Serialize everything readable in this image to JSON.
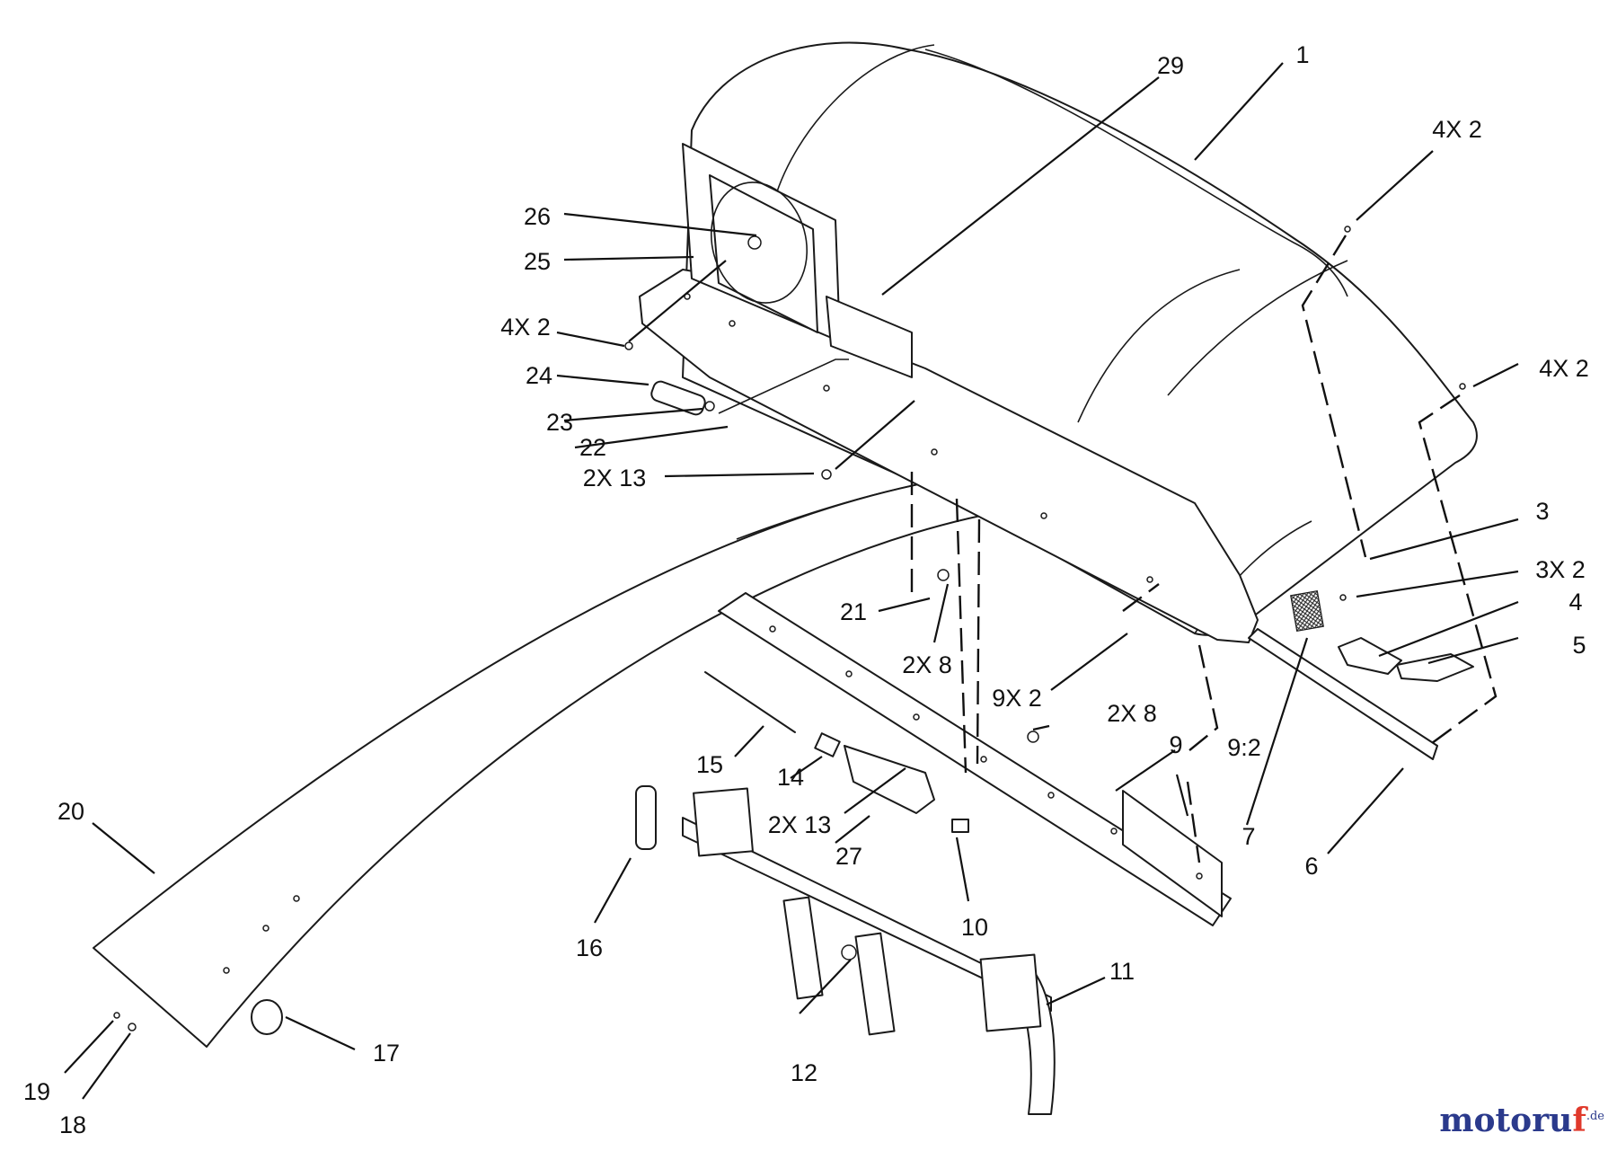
{
  "diagram": {
    "callouts": [
      {
        "id": "c1",
        "text": "1"
      },
      {
        "id": "c29",
        "text": "29"
      },
      {
        "id": "c4x2-top",
        "text": "4X 2"
      },
      {
        "id": "c26",
        "text": "26"
      },
      {
        "id": "c25",
        "text": "25"
      },
      {
        "id": "c4x2-left",
        "text": "4X 2"
      },
      {
        "id": "c24",
        "text": "24"
      },
      {
        "id": "c23",
        "text": "23"
      },
      {
        "id": "c22",
        "text": "22"
      },
      {
        "id": "c2x13-top",
        "text": "2X 13"
      },
      {
        "id": "c4x2-right",
        "text": "4X 2"
      },
      {
        "id": "c3",
        "text": "3"
      },
      {
        "id": "c3x2",
        "text": "3X 2"
      },
      {
        "id": "c4",
        "text": "4"
      },
      {
        "id": "c5",
        "text": "5"
      },
      {
        "id": "c21",
        "text": "21"
      },
      {
        "id": "c2x8-a",
        "text": "2X 8"
      },
      {
        "id": "c9x2",
        "text": "9X 2"
      },
      {
        "id": "c2x8-b",
        "text": "2X 8"
      },
      {
        "id": "c9",
        "text": "9"
      },
      {
        "id": "c9-2",
        "text": "9:2"
      },
      {
        "id": "c7",
        "text": "7"
      },
      {
        "id": "c6",
        "text": "6"
      },
      {
        "id": "c15",
        "text": "15"
      },
      {
        "id": "c14",
        "text": "14"
      },
      {
        "id": "c2x13-bottom",
        "text": "2X 13"
      },
      {
        "id": "c27",
        "text": "27"
      },
      {
        "id": "c10",
        "text": "10"
      },
      {
        "id": "c20",
        "text": "20"
      },
      {
        "id": "c16",
        "text": "16"
      },
      {
        "id": "c11",
        "text": "11"
      },
      {
        "id": "c12",
        "text": "12"
      },
      {
        "id": "c17",
        "text": "17"
      },
      {
        "id": "c19",
        "text": "19"
      },
      {
        "id": "c18",
        "text": "18"
      }
    ]
  },
  "watermark": {
    "brand": "motoruf",
    "suffix": ".de",
    "colors": {
      "primary": "#2b3a8c",
      "accent": "#e0392b"
    }
  }
}
